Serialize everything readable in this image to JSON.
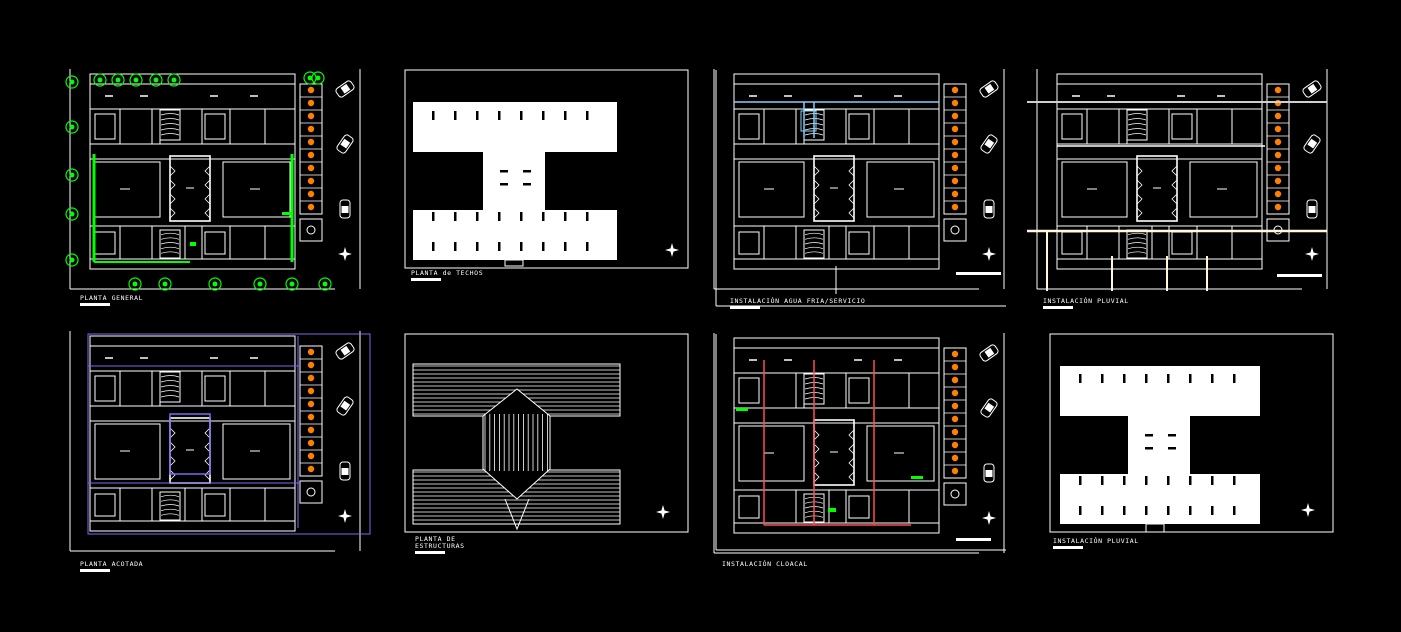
{
  "drawings": [
    {
      "id": "planta-general",
      "label": "PLANTA GENERAL"
    },
    {
      "id": "planta-techos",
      "label": "PLANTA de TECHOS"
    },
    {
      "id": "agua-fria",
      "label": "INSTALACIÓN AGUA FRIA/SERVICIO"
    },
    {
      "id": "pluvial-top",
      "label": "INSTALACIÓN PLUVIAL"
    },
    {
      "id": "planta-acotada",
      "label": "PLANTA ACOTADA"
    },
    {
      "id": "estructuras",
      "label_line1": "PLANTA DE",
      "label_line2": "ESTRUCTURAS"
    },
    {
      "id": "cloacal",
      "label": "INSTALACIÓN CLOACAL"
    },
    {
      "id": "pluvial-bottom",
      "label": "INSTALACIÓN PLUVIAL"
    }
  ],
  "colors": {
    "background": "#000000",
    "linework": "#ffffff",
    "trees": "#00ff00",
    "parking_marker": "#ff7f00",
    "dimension": "#7b68ee",
    "water_pipe": "#87cefa",
    "sewer_pipe": "#ff4d4d",
    "fixture": "#00ff00"
  }
}
